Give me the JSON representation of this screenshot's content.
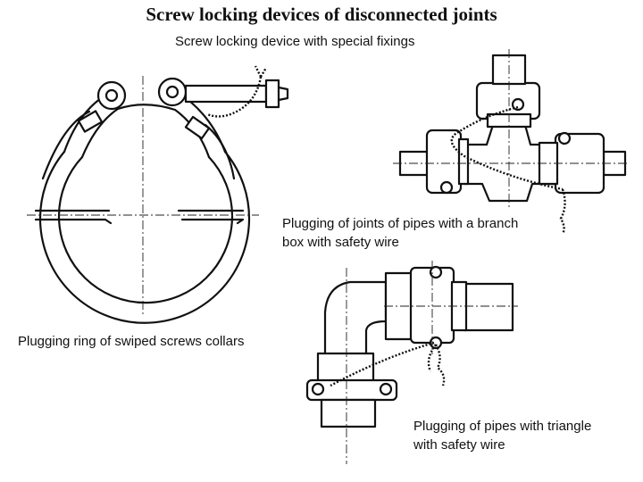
{
  "title": "Screw locking devices of disconnected joints",
  "captions": {
    "special_fixings": "Screw locking device  with special fixings",
    "branch_box_line1": "Plugging  of joints of pipes with a branch",
    "branch_box_line2": "box with safety wire",
    "ring": "Plugging ring  of  swiped screws  collars",
    "triangle_line1": "Plugging of pipes with triangle",
    "triangle_line2": "with safety wire"
  }
}
